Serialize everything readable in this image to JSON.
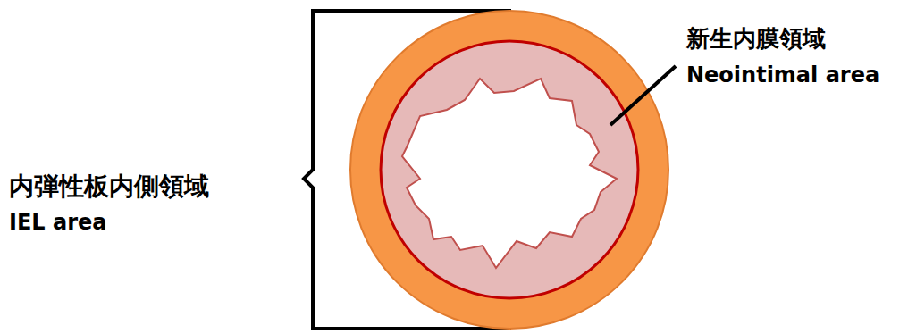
{
  "diagram": {
    "labels": [
      "新生内膜領域",
      "Neointimal area",
      "内弾性板内側領域",
      "IEL area"
    ]
  }
}
